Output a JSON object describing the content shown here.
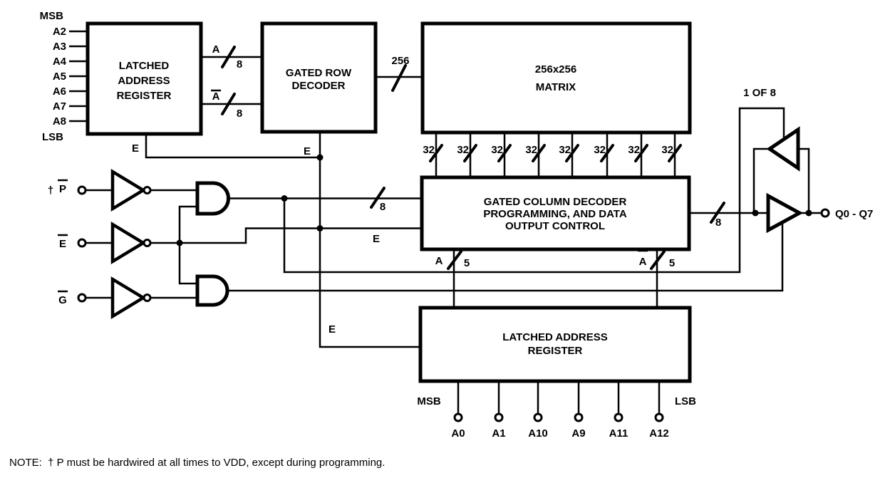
{
  "colors": {
    "ink": "#000000",
    "paper": "#ffffff"
  },
  "blocks": {
    "top_register": {
      "line1": "LATCHED",
      "line2": "ADDRESS",
      "line3": "REGISTER"
    },
    "row_decoder": {
      "line1": "GATED ROW",
      "line2": "DECODER"
    },
    "matrix": {
      "line1": "256x256",
      "line2": "MATRIX"
    },
    "column_decoder": {
      "line1": "GATED COLUMN DECODER",
      "line2": "PROGRAMMING, AND DATA",
      "line3": "OUTPUT CONTROL"
    },
    "bottom_register": {
      "line1": "LATCHED ADDRESS",
      "line2": "REGISTER"
    }
  },
  "row_address": {
    "msb": "MSB",
    "lsb": "LSB",
    "pins": [
      "A2",
      "A3",
      "A4",
      "A5",
      "A6",
      "A7",
      "A8"
    ]
  },
  "column_address": {
    "msb": "MSB",
    "lsb": "LSB",
    "pins": [
      "A0",
      "A1",
      "A10",
      "A9",
      "A11",
      "A12"
    ]
  },
  "controls": {
    "dagger": "†",
    "p": "P",
    "e": "E",
    "g": "G"
  },
  "buses": {
    "a_top": "A",
    "a_bar_top": "A",
    "w8_a": "8",
    "w8_abar": "8",
    "w256": "256",
    "w32": [
      "32",
      "32",
      "32",
      "32",
      "32",
      "32",
      "32",
      "32"
    ],
    "w8_program": "8",
    "w8_output": "8",
    "a_col": "A",
    "a_col_bar": "A",
    "w5_a": "5",
    "w5_abar": "5"
  },
  "enables": {
    "top_register": "E",
    "row_decoder": "E",
    "column_decoder": "E",
    "bottom_register": "E"
  },
  "output": {
    "one_of_8": "1 OF 8",
    "q": "Q0 - Q7"
  },
  "note": "NOTE:  † P must be hardwired at all times to VDD, except during programming."
}
